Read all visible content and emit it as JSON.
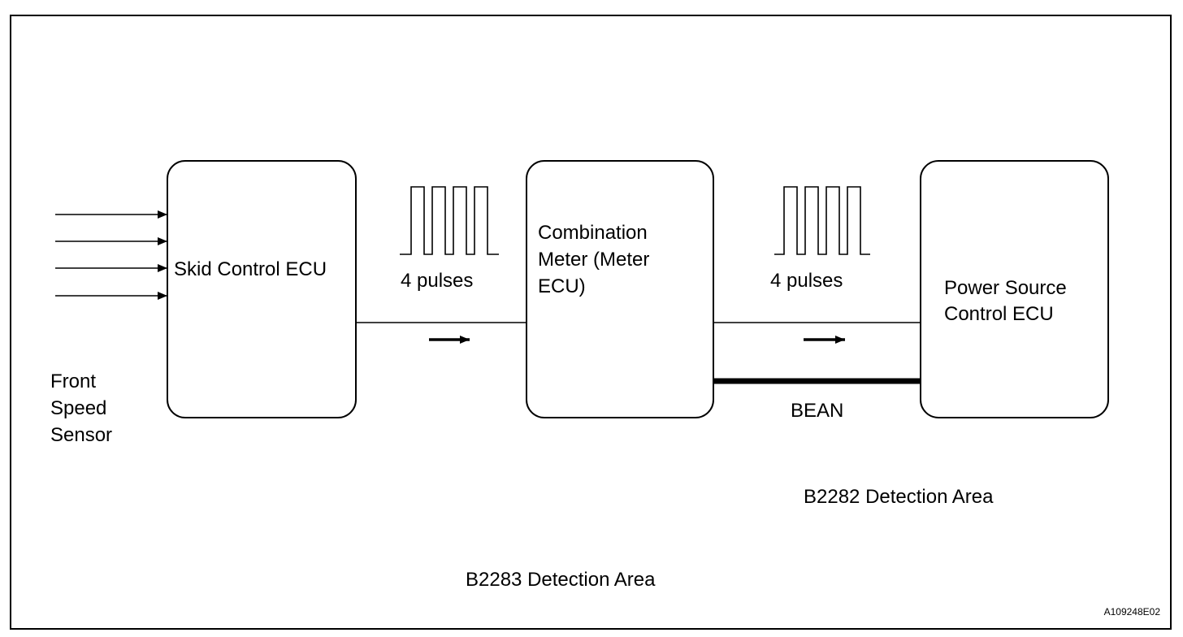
{
  "diagram": {
    "figure_id": "A109248E02",
    "sensor_label": [
      "Front",
      "Speed",
      "Sensor"
    ],
    "nodes": {
      "skid_ecu": "Skid Control ECU",
      "meter_ecu": [
        "Combination",
        "Meter (Meter",
        "ECU)"
      ],
      "power_ecu": [
        "Power Source",
        "Control ECU"
      ]
    },
    "signals": {
      "pulse_label_left": "4 pulses",
      "pulse_label_right": "4 pulses",
      "bus_label": "BEAN"
    },
    "areas": {
      "b2282": "B2282 Detection Area",
      "b2283": "B2283 Detection Area"
    },
    "sensor_input_count": 4,
    "pulse_count": 4
  }
}
